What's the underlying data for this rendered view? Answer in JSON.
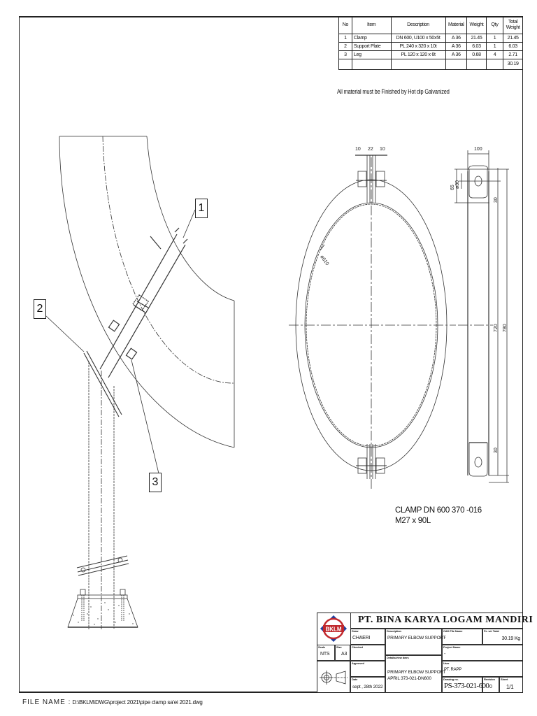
{
  "bom_table": {
    "headers": [
      "No",
      "Item",
      "Description",
      "Material",
      "Weight",
      "Qty",
      "Total Weight"
    ],
    "rows": [
      {
        "no": "1",
        "item": "Clamp",
        "description": "DN 600, U100 x 50x5t",
        "material": "A 36",
        "weight": "21.45",
        "qty": "1",
        "total": "21.45"
      },
      {
        "no": "2",
        "item": "Support Plate",
        "description": "PL 240 x 320 x 10t",
        "material": "A 36",
        "weight": "6.03",
        "qty": "1",
        "total": "6.03"
      },
      {
        "no": "3",
        "item": "Leg",
        "description": "PL 120 x 120 x 6t",
        "material": "A 36",
        "weight": "0.68",
        "qty": "4",
        "total": "2.71"
      }
    ],
    "grand_total": "30.19"
  },
  "note": "All material must be Finished by Hot dip Galvanized",
  "callouts": [
    "1",
    "2",
    "3"
  ],
  "clamp_view": {
    "dims_top": [
      "10",
      "22",
      "10"
    ],
    "diameter": "ø610",
    "label_line1": "CLAMP DN 600 370 -016",
    "label_line2": "M27 x  90L"
  },
  "side_view": {
    "width": "100",
    "hole_offset": "65",
    "hole_dia": "ø30",
    "top_edge": "30",
    "bottom_edge": "30",
    "inner_length": "720",
    "overall_length": "780"
  },
  "title_block": {
    "logo_text": "BKLM",
    "company": "PT. BINA KARYA LOGAM MANDIRI",
    "fields": {
      "drawn": {
        "label": "Draw",
        "value": "CHAERI"
      },
      "checked": {
        "label": "Checked",
        "value": ""
      },
      "approved": {
        "label": "Approved",
        "value": ""
      },
      "date": {
        "label": "Date",
        "value": "sept , 28th 2022"
      },
      "scale": {
        "label": "Scale",
        "value": "NTS"
      },
      "size": {
        "label": "Size",
        "value": "A3"
      },
      "description": {
        "label": "Description",
        "value": "PRIMARY ELBOW SUPPORT"
      },
      "details": {
        "label": "Details/view dwrs",
        "value_line1": "PRIMARY ELBOW SUPPORT",
        "value_line2": "APRIL 373-021-DN600"
      },
      "cad_file": {
        "label": "CAD File Name",
        "value": "-"
      },
      "weight_total": {
        "label": "Fe. wt. Total",
        "value": "30.19  Kg"
      },
      "project": {
        "label": "Project Name",
        "value": "-"
      },
      "user": {
        "label": "User",
        "value": "PT. RAPP"
      },
      "drawing_no": {
        "label": "Drawing no.",
        "value": "PS-373-021-600"
      },
      "revision": {
        "label": "Revision",
        "value": "0"
      },
      "sheet": {
        "label": "Sheet",
        "value": "1/1"
      }
    }
  },
  "file_name": {
    "label": "FILE  NAME  :",
    "value": "D:\\BKLM\\DWG\\project 2021\\pipe clamp sa'ei 2021.dwg"
  }
}
